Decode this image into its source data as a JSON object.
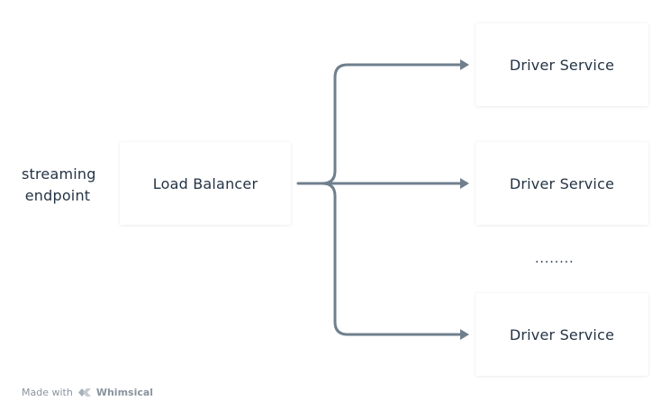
{
  "diagram": {
    "source_label_line1": "streaming",
    "source_label_line2": "endpoint",
    "load_balancer": "Load Balancer",
    "services": [
      "Driver Service",
      "Driver Service",
      "Driver Service"
    ],
    "ellipsis": "........",
    "connector_color": "#6f7f8e"
  },
  "footer": {
    "made_with": "Made with",
    "brand": "Whimsical",
    "logo_icon": "whimsical-logo-icon"
  }
}
